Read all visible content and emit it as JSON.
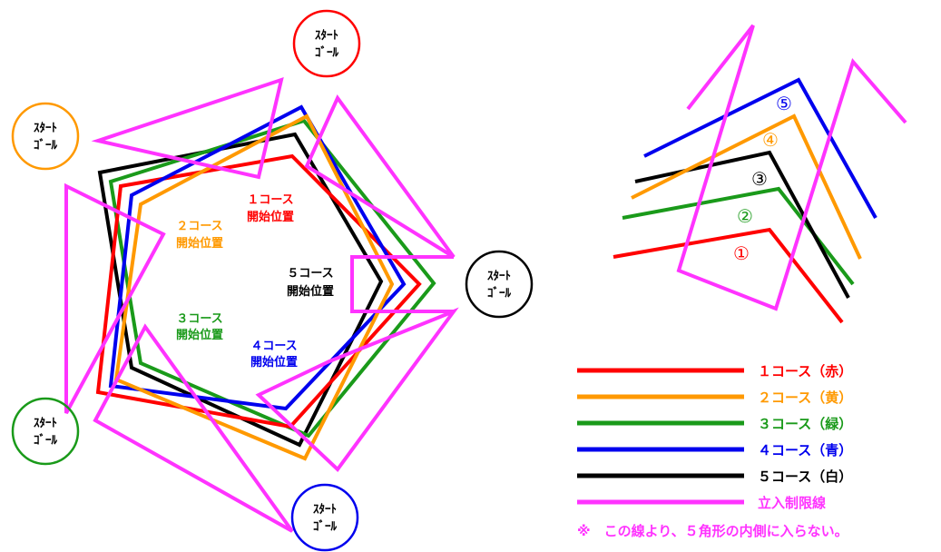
{
  "colors": {
    "c1": "#ff0000",
    "c2": "#ff9900",
    "c3": "#1a9a1a",
    "c4": "#0000ee",
    "c5": "#000000",
    "limit": "#ff33ff"
  },
  "start_goal_circles": [
    {
      "id": "top",
      "line1": "ｽﾀｰﾄ",
      "line2": "ｺﾞｰﾙ",
      "color": "#ff0000"
    },
    {
      "id": "left",
      "line1": "ｽﾀｰﾄ",
      "line2": "ｺﾞｰﾙ",
      "color": "#ff9900"
    },
    {
      "id": "right",
      "line1": "ｽﾀｰﾄ",
      "line2": "ｺﾞｰﾙ",
      "color": "#000000"
    },
    {
      "id": "lower-left",
      "line1": "ｽﾀｰﾄ",
      "line2": "ｺﾞｰﾙ",
      "color": "#1a9a1a"
    },
    {
      "id": "bottom",
      "line1": "ｽﾀｰﾄ",
      "line2": "ｺﾞｰﾙ",
      "color": "#0000ee"
    }
  ],
  "course_labels": {
    "c1": {
      "line1": "１コース",
      "line2": "開始位置",
      "color": "#ff0000"
    },
    "c2": {
      "line1": "２コース",
      "line2": "開始位置",
      "color": "#ff9900"
    },
    "c3": {
      "line1": "３コース",
      "line2": "開始位置",
      "color": "#1a9a1a"
    },
    "c4": {
      "line1": "４コース",
      "line2": "開始位置",
      "color": "#0000ee"
    },
    "c5": {
      "line1": "５コース",
      "line2": "開始位置",
      "color": "#000000"
    }
  },
  "detail_numbers": {
    "n1": "①",
    "n2": "②",
    "n3": "③",
    "n4": "④",
    "n5": "⑤"
  },
  "legend": {
    "items": [
      {
        "label": "１コース（赤）",
        "color": "#ff0000"
      },
      {
        "label": "２コース（黄）",
        "color": "#ff9900"
      },
      {
        "label": "３コース（緑）",
        "color": "#1a9a1a"
      },
      {
        "label": "４コース（青）",
        "color": "#0000ee"
      },
      {
        "label": "５コース（白）",
        "color": "#000000"
      },
      {
        "label": "立入制限線",
        "color": "#ff33ff"
      }
    ],
    "note": "※　この線より、５角形の内側に入らない。"
  }
}
